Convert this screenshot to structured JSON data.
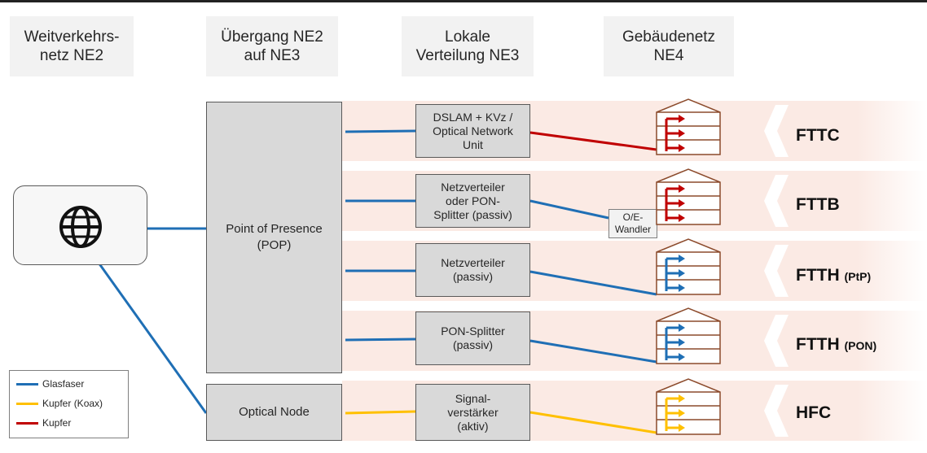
{
  "headers": [
    "Weitverkehrs-\nnetz NE2",
    "Übergang NE2\nauf NE3",
    "Lokale\nVerteilung NE3",
    "Gebäudenetz\nNE4"
  ],
  "pop": "Point of Presence\n(POP)",
  "optical_node": "Optical Node",
  "rows": [
    {
      "box": "DSLAM + KVz /\nOptical Network\nUnit",
      "label": "FTTC",
      "sub": "",
      "color": "#c00000"
    },
    {
      "box": "Netzverteiler\noder PON-\nSplitter (passiv)",
      "label": "FTTB",
      "sub": "",
      "color": "#c00000"
    },
    {
      "box": "Netzverteiler\n(passiv)",
      "label": "FTTH",
      "sub": "(PtP)",
      "color": "#1f6fb5"
    },
    {
      "box": "PON-Splitter\n(passiv)",
      "label": "FTTH",
      "sub": "(PON)",
      "color": "#1f6fb5"
    },
    {
      "box": "Signal-\nverstärker\n(aktiv)",
      "label": "HFC",
      "sub": "",
      "color": "#ffc000"
    }
  ],
  "converter": "O/E-\nWandler",
  "legend": [
    {
      "label": "Glasfaser",
      "color": "#1f6fb5"
    },
    {
      "label": "Kupfer (Koax)",
      "color": "#ffc000"
    },
    {
      "label": "Kupfer",
      "color": "#c00000"
    }
  ],
  "colors": {
    "fiber": "#1f6fb5",
    "coax": "#ffc000",
    "copper": "#c00000",
    "band": "#fbeae4",
    "house": "#8b4a2b"
  },
  "icons": [
    "globe-icon",
    "house-icon",
    "chevron-icon"
  ]
}
